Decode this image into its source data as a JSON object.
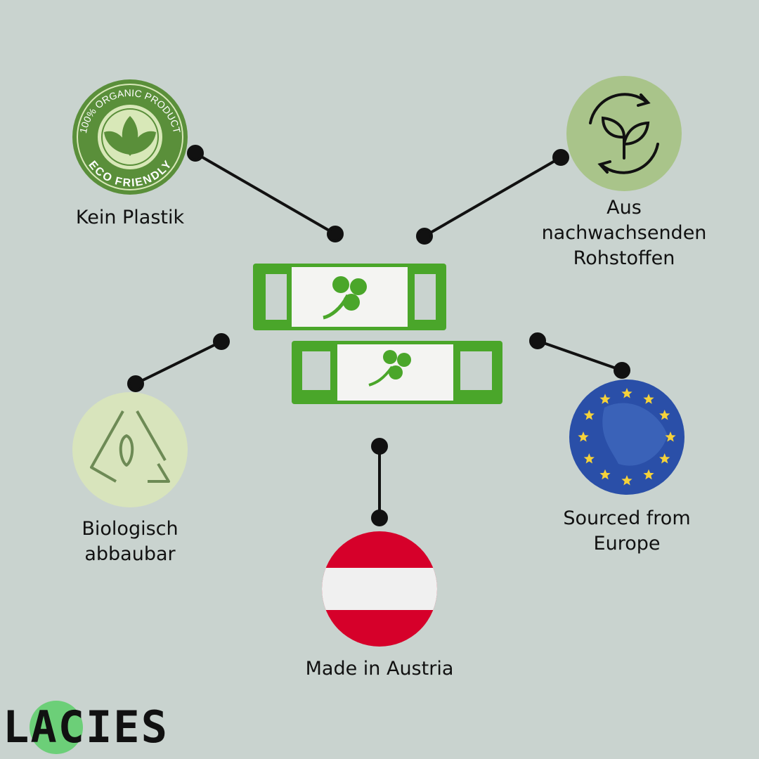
{
  "features": [
    {
      "label_lines": [
        "Kein Plastik"
      ],
      "icon": "eco-friendly-badge-icon",
      "badge_text_top": "100% ORGANIC PRODUCT",
      "badge_text_bottom": "ECO FRIENDLY"
    },
    {
      "label_lines": [
        "Aus",
        "nachwachsenden",
        "Rohstoffen"
      ],
      "icon": "renewable-leaf-cycle-icon"
    },
    {
      "label_lines": [
        "Biologisch",
        "abbaubar"
      ],
      "icon": "biodegradable-recycle-icon"
    },
    {
      "label_lines": [
        "Made in Austria"
      ],
      "icon": "austria-flag-icon"
    },
    {
      "label_lines": [
        "Sourced from",
        "Europe"
      ],
      "icon": "eu-flag-map-icon"
    }
  ],
  "product": {
    "icon": "shamrock-lace-clip-icon"
  },
  "brand": {
    "logo_text": "LACIES"
  },
  "colors": {
    "background": "#c9d3cf",
    "eco_green": "#5a8f3a",
    "leaf_circle": "#a9c48a",
    "bio_circle": "#d8e4bc",
    "austria_red": "#d6002a",
    "eu_blue": "#2a4fa8",
    "eu_star": "#f5d23a",
    "product_green": "#4aa62a",
    "logo_green": "#6ccf78"
  }
}
